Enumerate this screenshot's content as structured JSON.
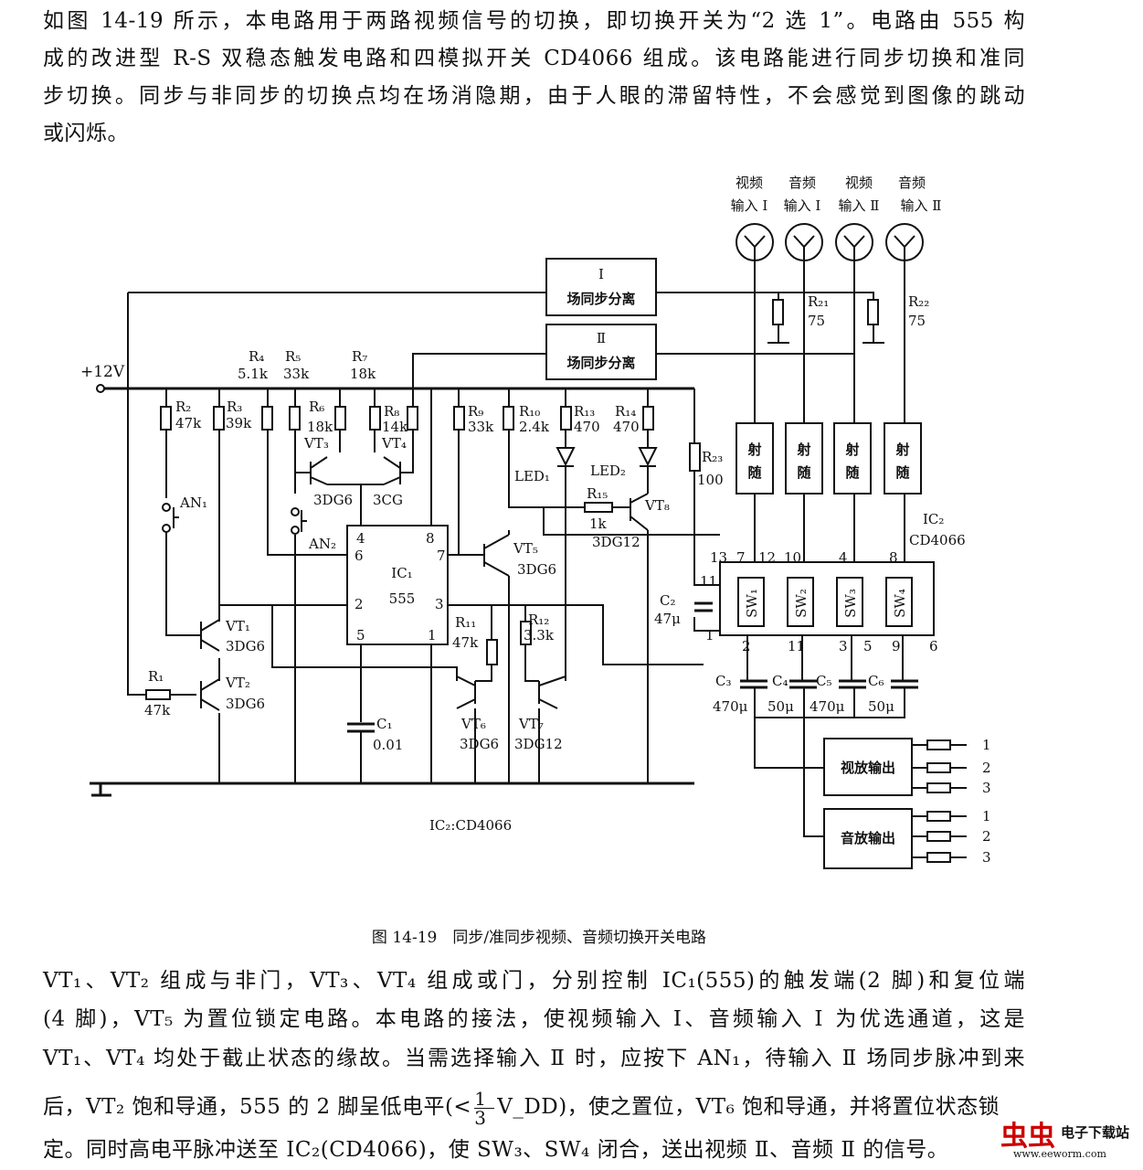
{
  "intro": {
    "lines": [
      "如图 14-19 所示，本电路用于两路视频信号的切换，即切换开关为“2 选 1”。电路由 555 构",
      "成的改进型 R-S 双稳态触发电路和四模拟开关 CD4066 组成。该电路能进行同步切换和准同",
      "步切换。同步与非同步的切换点均在场消隐期，由于人眼的滞留特性，不会感觉到图像的跳动",
      "或闪烁。"
    ]
  },
  "diagram": {
    "supply": "+12V",
    "sync_box_1": {
      "num": "Ⅰ",
      "label": "场同步分离"
    },
    "sync_box_2": {
      "num": "Ⅱ",
      "label": "场同步分离"
    },
    "inputs": [
      {
        "l1": "视频",
        "l2": "输入 Ⅰ"
      },
      {
        "l1": "音频",
        "l2": "输入 Ⅰ"
      },
      {
        "l1": "视频",
        "l2": "输入 Ⅱ"
      },
      {
        "l1": "音频",
        "l2": "输入 Ⅱ"
      }
    ],
    "buffer_label": [
      "射",
      "随"
    ],
    "resistors": {
      "r1": "R₁",
      "r1v": "47k",
      "r2": "R₂",
      "r2v": "47k",
      "r3": "R₃",
      "r3v": "39k",
      "r4": "R₄",
      "r4v": "5.1k",
      "r5": "R₅",
      "r5v": "33k",
      "r6": "R₆",
      "r6v": "18k",
      "r7": "R₇",
      "r7v": "18k",
      "r8": "R₈",
      "r8v": "14k",
      "r9": "R₉",
      "r9v": "33k",
      "r10": "R₁₀",
      "r10v": "2.4k",
      "r11": "R₁₁",
      "r11v": "47k",
      "r12": "R₁₂",
      "r12v": "3.3k",
      "r13": "R₁₃",
      "r13v": "470",
      "r14": "R₁₄",
      "r14v": "470",
      "r15": "R₁₅",
      "r15v": "1k",
      "r21": "R₂₁",
      "r21v": "75",
      "r22": "R₂₂",
      "r22v": "75",
      "r23": "R₂₃",
      "r23v": "100"
    },
    "transistors": {
      "vt1": "VT₁",
      "vt1t": "3DG6",
      "vt2": "VT₂",
      "vt2t": "3DG6",
      "vt3": "VT₃",
      "vt3t": "3DG6",
      "vt4": "VT₄",
      "vt4t": "3CG",
      "vt5": "VT₅",
      "vt5t": "3DG6",
      "vt6": "VT₆",
      "vt6t": "3DG6",
      "vt7": "VT₇",
      "vt7t": "3DG12",
      "vt8": "VT₈",
      "vt8t": "3DG12"
    },
    "switches": {
      "an1": "AN₁",
      "an2": "AN₂"
    },
    "leds": {
      "led1": "LED₁",
      "led2": "LED₂"
    },
    "ic1": {
      "name": "IC₁",
      "type": "555",
      "pins": [
        "4",
        "8",
        "6",
        "7",
        "2",
        "3",
        "5",
        "1"
      ]
    },
    "ic2": {
      "name": "IC₂",
      "type": "CD4066",
      "sw": [
        "SW₁",
        "SW₂",
        "SW₃",
        "SW₄"
      ],
      "pins_top": [
        "13",
        "7",
        "12",
        "10",
        "4",
        "8"
      ],
      "pins_left": [
        "11",
        "1"
      ],
      "pins_bottom": [
        "2",
        "11",
        "3",
        "5",
        "9",
        "6"
      ]
    },
    "caps": {
      "c1": "C₁",
      "c1v": "0.01",
      "c2": "C₂",
      "c2v": "47μ",
      "c3": "C₃",
      "c3v": "470μ",
      "c4": "C₄",
      "c4v": "50μ",
      "c5": "C₅",
      "c5v": "470μ",
      "c6": "C₆",
      "c6v": "50μ"
    },
    "outputs": {
      "video": "视放输出",
      "audio": "音放输出",
      "ports": [
        "1",
        "2",
        "3"
      ]
    },
    "ic2_note": "IC₂:CD4066"
  },
  "caption": "图 14-19　同步/准同步视频、音频切换开关电路",
  "body": {
    "lines": [
      "VT₁、VT₂ 组成与非门，VT₃、VT₄ 组成或门，分别控制 IC₁(555)的触发端(2 脚)和复位端",
      "(4 脚)，VT₅ 为置位锁定电路。本电路的接法，使视频输入 Ⅰ、音频输入 Ⅰ 为优选通道，这是",
      "VT₁、VT₄ 均处于截止状态的缘故。当需选择输入 Ⅱ 时，应按下 AN₁，待输入 Ⅱ 场同步脉冲到来"
    ],
    "line4_a": "后，VT₂ 饱和导通，555 的 2 脚呈低电平(<",
    "frac_num": "1",
    "frac_den": "3",
    "line4_b": "V_DD)，使之置位，VT₆ 饱和导通，并将置位状态锁",
    "line5": "定。同时高电平脉冲送至 IC₂(CD4066)，使 SW₃、SW₄ 闭合，送出视频 Ⅱ、音频 Ⅱ 的信号。"
  },
  "watermark": {
    "brand": "电子下载站",
    "url": "www.eeworm.com"
  }
}
